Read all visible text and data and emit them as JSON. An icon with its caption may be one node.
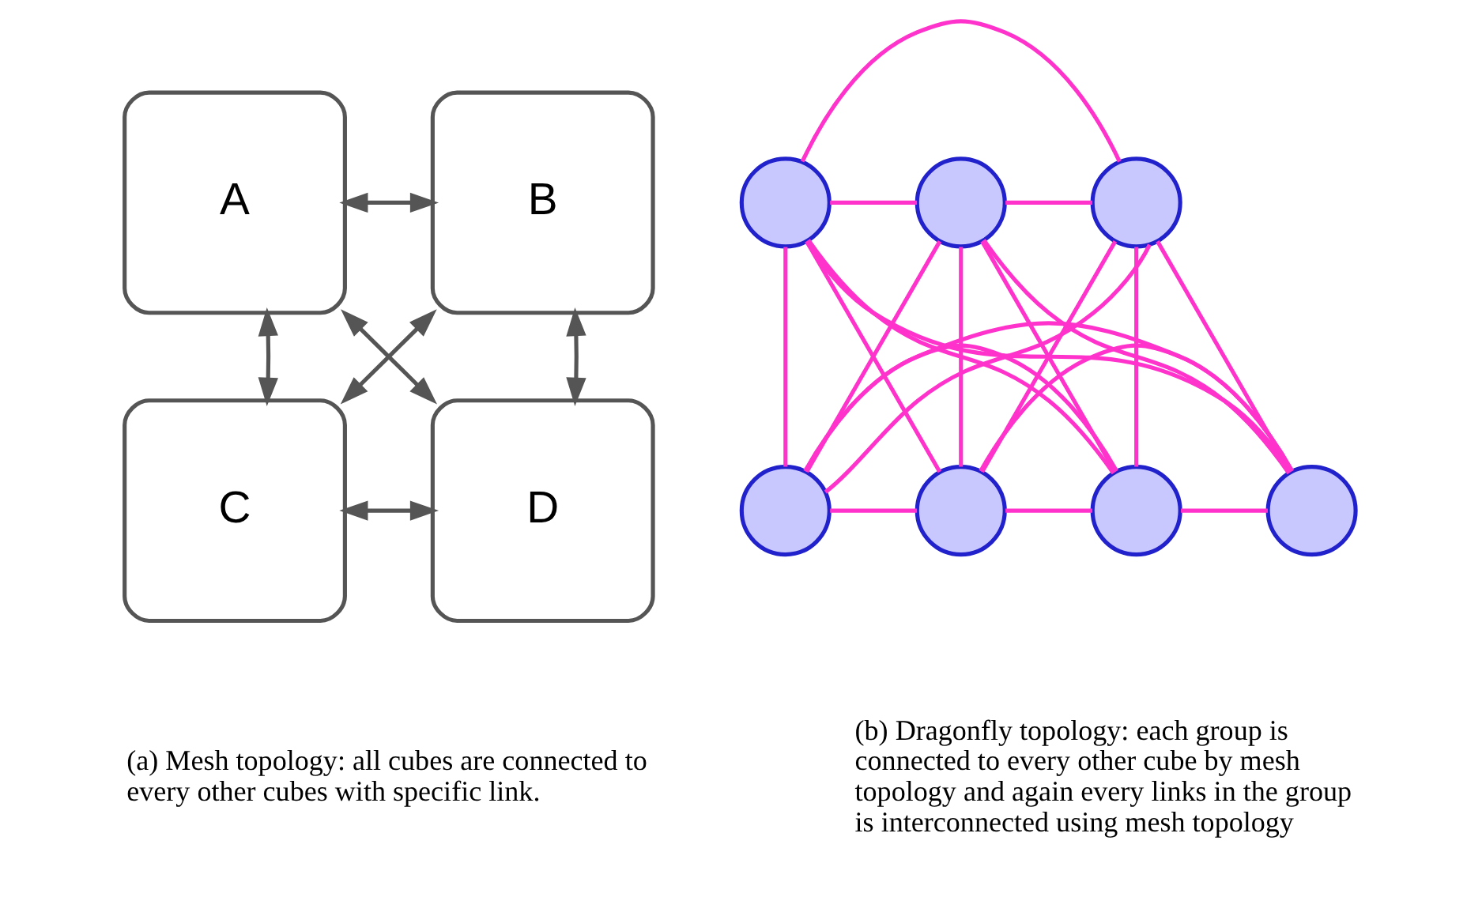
{
  "diagram": {
    "nodes": [
      {
        "text": [
          "A"
        ]
      },
      {
        "text": [
          "B"
        ]
      },
      {
        "text": [
          "C"
        ]
      },
      {
        "text": [
          "D"
        ]
      },
      {
        "text": [],
        "shape": "circle"
      },
      {
        "text": [],
        "shape": "circle"
      },
      {
        "text": [],
        "shape": "circle"
      },
      {
        "text": [],
        "shape": "circle"
      },
      {
        "text": [],
        "shape": "circle"
      },
      {
        "text": [],
        "shape": "circle"
      },
      {
        "text": [],
        "shape": "circle"
      }
    ],
    "edges": [
      {
        "from": 0,
        "to": 1,
        "arrow": "both",
        "color": "#555555"
      },
      {
        "from": 0,
        "to": 2,
        "arrow": "both",
        "color": "#555555"
      },
      {
        "from": 1,
        "to": 3,
        "arrow": "both",
        "color": "#555555"
      },
      {
        "from": 2,
        "to": 1,
        "arrow": "both",
        "color": "#555555"
      },
      {
        "from": 0,
        "to": 3,
        "arrow": "both",
        "color": "#555555"
      },
      {
        "from": 2,
        "to": 3,
        "arrow": "both",
        "color": "#555555"
      },
      {
        "from": 4,
        "to": 5,
        "arrow": "none"
      },
      {
        "from": 4,
        "to": 6,
        "arrow": "none"
      },
      {
        "from": 4,
        "to": 7,
        "arrow": "none"
      },
      {
        "from": 4,
        "to": 8,
        "arrow": "none"
      },
      {
        "from": 4,
        "to": 9,
        "arrow": "none"
      },
      {
        "from": 4,
        "to": 10,
        "arrow": "none"
      },
      {
        "from": 5,
        "to": 6,
        "arrow": "none"
      },
      {
        "from": 5,
        "to": 7,
        "arrow": "none"
      },
      {
        "from": 5,
        "to": 8,
        "arrow": "none"
      },
      {
        "from": 5,
        "to": 9,
        "arrow": "none"
      },
      {
        "from": 5,
        "to": 10,
        "arrow": "none"
      },
      {
        "from": 6,
        "to": 7,
        "arrow": "none"
      },
      {
        "from": 6,
        "to": 8,
        "arrow": "none"
      },
      {
        "from": 6,
        "to": 9,
        "arrow": "none"
      },
      {
        "from": 6,
        "to": 10,
        "arrow": "none"
      },
      {
        "from": 7,
        "to": 8,
        "arrow": "none"
      },
      {
        "from": 7,
        "to": 9,
        "arrow": "none"
      },
      {
        "from": 7,
        "to": 10,
        "arrow": "none"
      },
      {
        "from": 8,
        "to": 9,
        "arrow": "none"
      },
      {
        "from": 8,
        "to": 10,
        "arrow": "none"
      },
      {
        "from": 9,
        "to": 10,
        "arrow": "none"
      }
    ],
    "labels": [
      "(a) Mesh topology: all cubes are connected to every other cubes with specific link.",
      "(b) Dragonfly topology: each group is connected to every other cube by mesh topology and again every links in the group is interconnected using mesh topology"
    ]
  }
}
